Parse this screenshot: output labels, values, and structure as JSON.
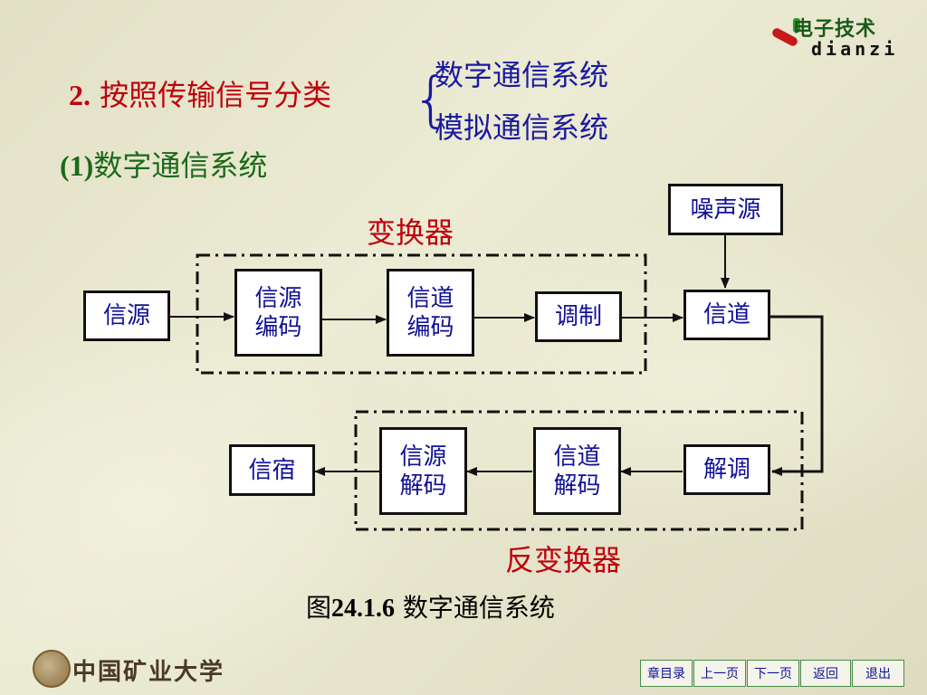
{
  "heading": {
    "number": "2.",
    "text": " 按照传输信号分类",
    "branch_top": "数字通信系统",
    "branch_bottom": "模拟通信系统"
  },
  "subheading": {
    "number": "(1)",
    "text": "数字通信系统"
  },
  "diagram": {
    "converter_label": "变换器",
    "inverse_converter_label": "反变换器",
    "blocks": {
      "source": "信源",
      "source_encode_1": "信源",
      "source_encode_2": "编码",
      "channel_encode_1": "信道",
      "channel_encode_2": "编码",
      "modulate": "调制",
      "noise": "噪声源",
      "channel": "信道",
      "demodulate": "解调",
      "channel_decode_1": "信道",
      "channel_decode_2": "解码",
      "source_decode_1": "信源",
      "source_decode_2": "解码",
      "sink": "信宿"
    }
  },
  "caption": {
    "prefix": "图",
    "number": "24.1.6",
    "text": "  数字通信系统"
  },
  "logo": {
    "top": "电子技术",
    "bottom": "dianzi"
  },
  "university": "中国矿业大学",
  "nav": {
    "toc": "章目录",
    "prev": "上一页",
    "next": "下一页",
    "back": "返回",
    "exit": "退出"
  },
  "colors": {
    "heading_red": "#c0000c",
    "branch_blue": "#1a1aa0",
    "subheading_green": "#1a6a1a",
    "block_text": "#101098"
  }
}
